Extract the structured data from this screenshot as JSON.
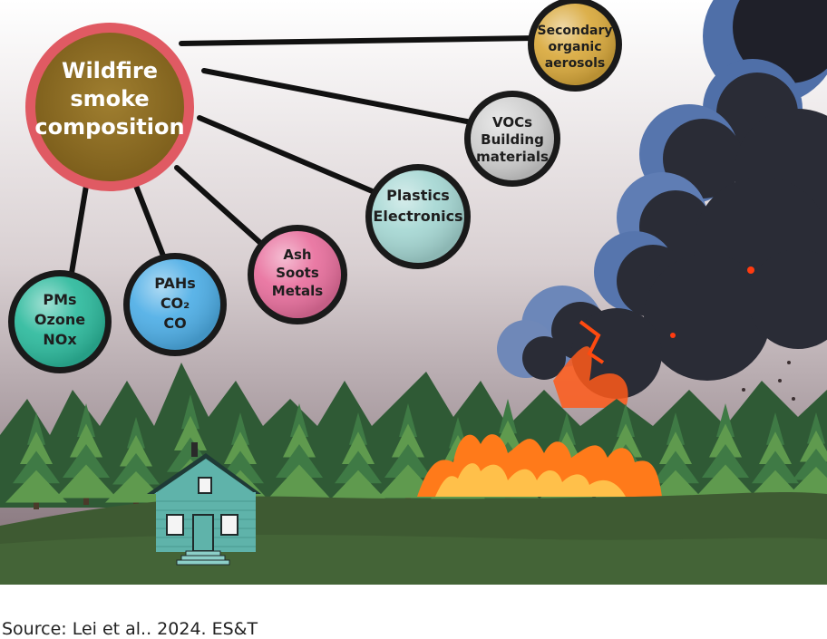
{
  "diagram": {
    "center": {
      "lines": [
        "Wildfire",
        "smoke",
        "composition"
      ]
    },
    "nodes": [
      {
        "id": "secondary",
        "lines": [
          "Secondary",
          "organic",
          "aerosols"
        ],
        "color": "#d9a93c"
      },
      {
        "id": "vocs",
        "lines": [
          "VOCs",
          "Building",
          "materials"
        ],
        "color": "#cfcfcf"
      },
      {
        "id": "plastics",
        "lines": [
          "Plastics",
          "Electronics"
        ],
        "color": "#a5d7d3"
      },
      {
        "id": "ash",
        "lines": [
          "Ash",
          "Soots",
          "Metals"
        ],
        "color": "#e86f9d"
      },
      {
        "id": "pahs",
        "lines": [
          "PAHs",
          "CO₂",
          "CO"
        ],
        "color": "#4eaee6"
      },
      {
        "id": "pms",
        "lines": [
          "PMs",
          "Ozone",
          "NOx"
        ],
        "color": "#2dba9d"
      }
    ]
  },
  "colors": {
    "center_fill": "#8b6b22",
    "center_ring": "#e05a63",
    "sky_top": "#ffffff",
    "sky_bottom": "#7c6a72",
    "smoke": "#2a2c36",
    "smoke_edge": "#4f6fa8",
    "fire": "#ff7a1a",
    "tree": "#3f7a45",
    "ground": "#3e5a32",
    "house": "#5fb3aa"
  },
  "caption": "Source: Lei et al.. 2024. ES&T"
}
